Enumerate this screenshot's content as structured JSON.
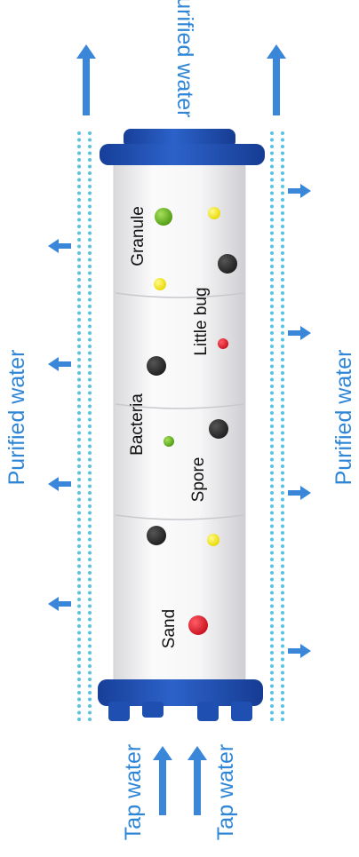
{
  "labels": {
    "purified_top": "Purified water",
    "purified_left": "Purified water",
    "purified_right": "Purified water",
    "tap_left": "Tap water",
    "tap_right": "Tap water",
    "granule": "Granule",
    "little_bug": "Little bug",
    "bacteria": "Bacteria",
    "spore": "Spore",
    "sand": "Sand"
  },
  "colors": {
    "arrow": "#3a86d8",
    "water_dots": "#59c3e2",
    "cap_blue": "#1f4fb0",
    "cartridge": "#f2f2f3",
    "particle_dark": "#2b2b2b",
    "particle_yellow": "#f2e51a",
    "particle_green": "#69b81e",
    "particle_red": "#e01a2a"
  }
}
